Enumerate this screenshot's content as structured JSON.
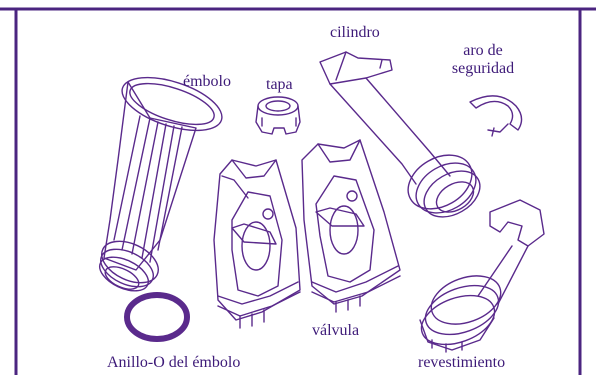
{
  "diagram": {
    "colors": {
      "ink": "#5a2a8c",
      "text": "#3d1a78",
      "frame": "#4b2580"
    },
    "labels": {
      "embolo": "émbolo",
      "tapa": "tapa",
      "cilindro": "cilindro",
      "aro_de_seguridad": "aro de\nseguridad",
      "valvula": "válvula",
      "anillo_o": "Anillo-O del émbolo",
      "revestimiento": "revestimiento"
    }
  }
}
